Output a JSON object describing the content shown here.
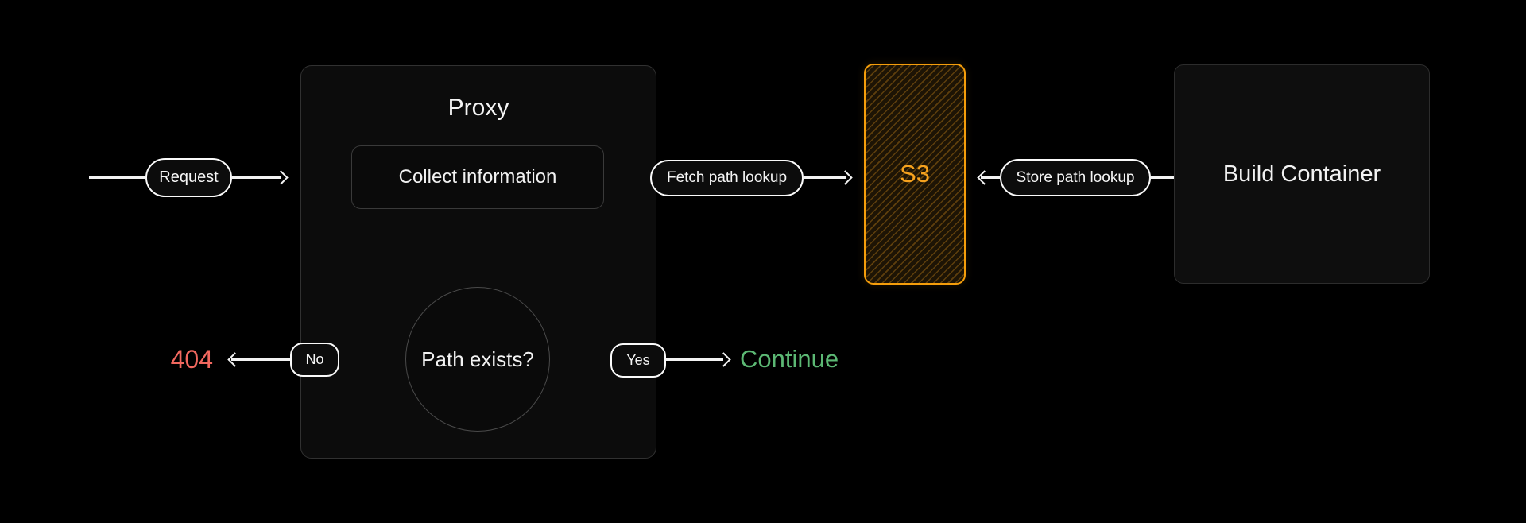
{
  "colors": {
    "background": "#000000",
    "line": "#f2f2f2",
    "accent_orange": "#f59e0b",
    "s3_text": "#f6a21e",
    "error_red": "#f2685f",
    "success_green": "#5cb874"
  },
  "flow": {
    "request": {
      "label": "Request"
    },
    "proxy": {
      "title": "Proxy",
      "collect": {
        "label": "Collect information"
      },
      "decision": {
        "label": "Path exists?"
      },
      "no": {
        "label": "No"
      },
      "yes": {
        "label": "Yes"
      }
    },
    "fetch": {
      "label": "Fetch path lookup"
    },
    "s3": {
      "label": "S3"
    },
    "store": {
      "label": "Store path lookup"
    },
    "build": {
      "label": "Build Container"
    },
    "not_found": {
      "label": "404",
      "color": "#f2685f"
    },
    "continue": {
      "label": "Continue",
      "color": "#5cb874"
    }
  }
}
